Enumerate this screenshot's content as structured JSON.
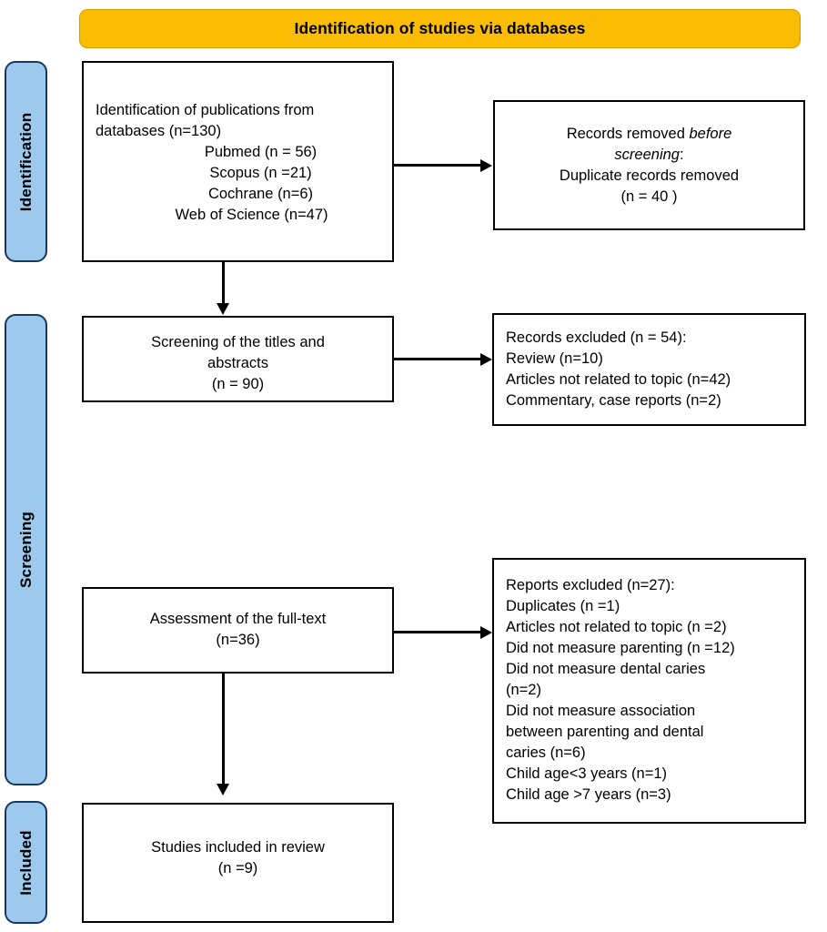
{
  "header": {
    "title": "Identification of studies via databases",
    "bg_color": "#FBBC04"
  },
  "stages": [
    {
      "id": "identification",
      "label": "Identification"
    },
    {
      "id": "screening",
      "label": "Screening"
    },
    {
      "id": "included",
      "label": "Included"
    }
  ],
  "stage_color": "#9CC9EC",
  "boxes": {
    "records_identified": {
      "line1": "Identification of publications from",
      "line2": "databases (n=130)",
      "sources": [
        "Pubmed (n = 56)",
        "Scopus (n =21)",
        "Cochrane (n=6)",
        "Web of Science (n=47)"
      ]
    },
    "records_removed": {
      "line1_a": "Records removed ",
      "line1_b": "before",
      "line2_a": "screening",
      "line2_b": ":",
      "line3": "Duplicate records removed",
      "line4": "(n = 40 )"
    },
    "screening": {
      "line1": "Screening of the titles and",
      "line2": "abstracts",
      "line3": "(n = 90)"
    },
    "records_excluded": {
      "lines": [
        "Records excluded (n = 54):",
        "Review (n=10)",
        "Articles not related to topic (n=42)",
        "Commentary, case reports (n=2)"
      ]
    },
    "full_text_assessment": {
      "line1": "Assessment of the full-text",
      "line2": "(n=36)"
    },
    "reports_excluded": {
      "lines": [
        "Reports excluded (n=27):",
        "Duplicates (n =1)",
        "Articles not related to topic (n =2)",
        "Did not measure parenting (n =12)",
        "Did not measure dental caries",
        "(n=2)",
        "Did not measure association",
        "between parenting and dental",
        "caries (n=6)",
        "Child age<3 years (n=1)",
        "Child age >7 years (n=3)"
      ]
    },
    "studies_included": {
      "line1": "Studies included in review",
      "line2": "(n =9)"
    }
  }
}
